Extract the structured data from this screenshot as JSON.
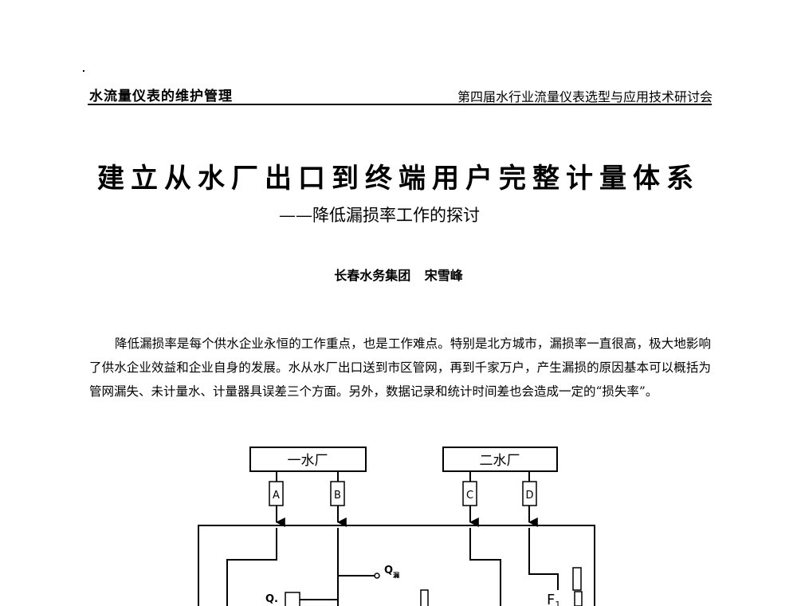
{
  "header": {
    "left": "水流量仪表的维护管理",
    "right": "第四届水行业流量仪表选型与应用技术研讨会"
  },
  "title": "建立从水厂出口到终端用户完整计量体系",
  "subtitle": "——降低漏损率工作的探讨",
  "author": {
    "org": "长春水务集团",
    "name": "宋雪峰"
  },
  "paragraph": "降低漏损率是每个供水企业永恒的工作重点，也是工作难点。特别是北方城市，漏损率一直很高，极大地影响了供水企业效益和企业自身的发展。水从水厂出口送到市区管网，再到千家万户，产生漏损的原因基本可以概括为管网漏失、未计量水、计量器具误差三个方面。另外，数据记录和统计时间差也会造成一定的“损失率”。",
  "diagram": {
    "plant1": "一水厂",
    "plant2": "二水厂",
    "meters": [
      "A",
      "B",
      "C",
      "D"
    ],
    "q_out": "Q",
    "q_out_sub": "漏",
    "q_left": "Q.",
    "f1": "F",
    "f1_sub": "1"
  }
}
